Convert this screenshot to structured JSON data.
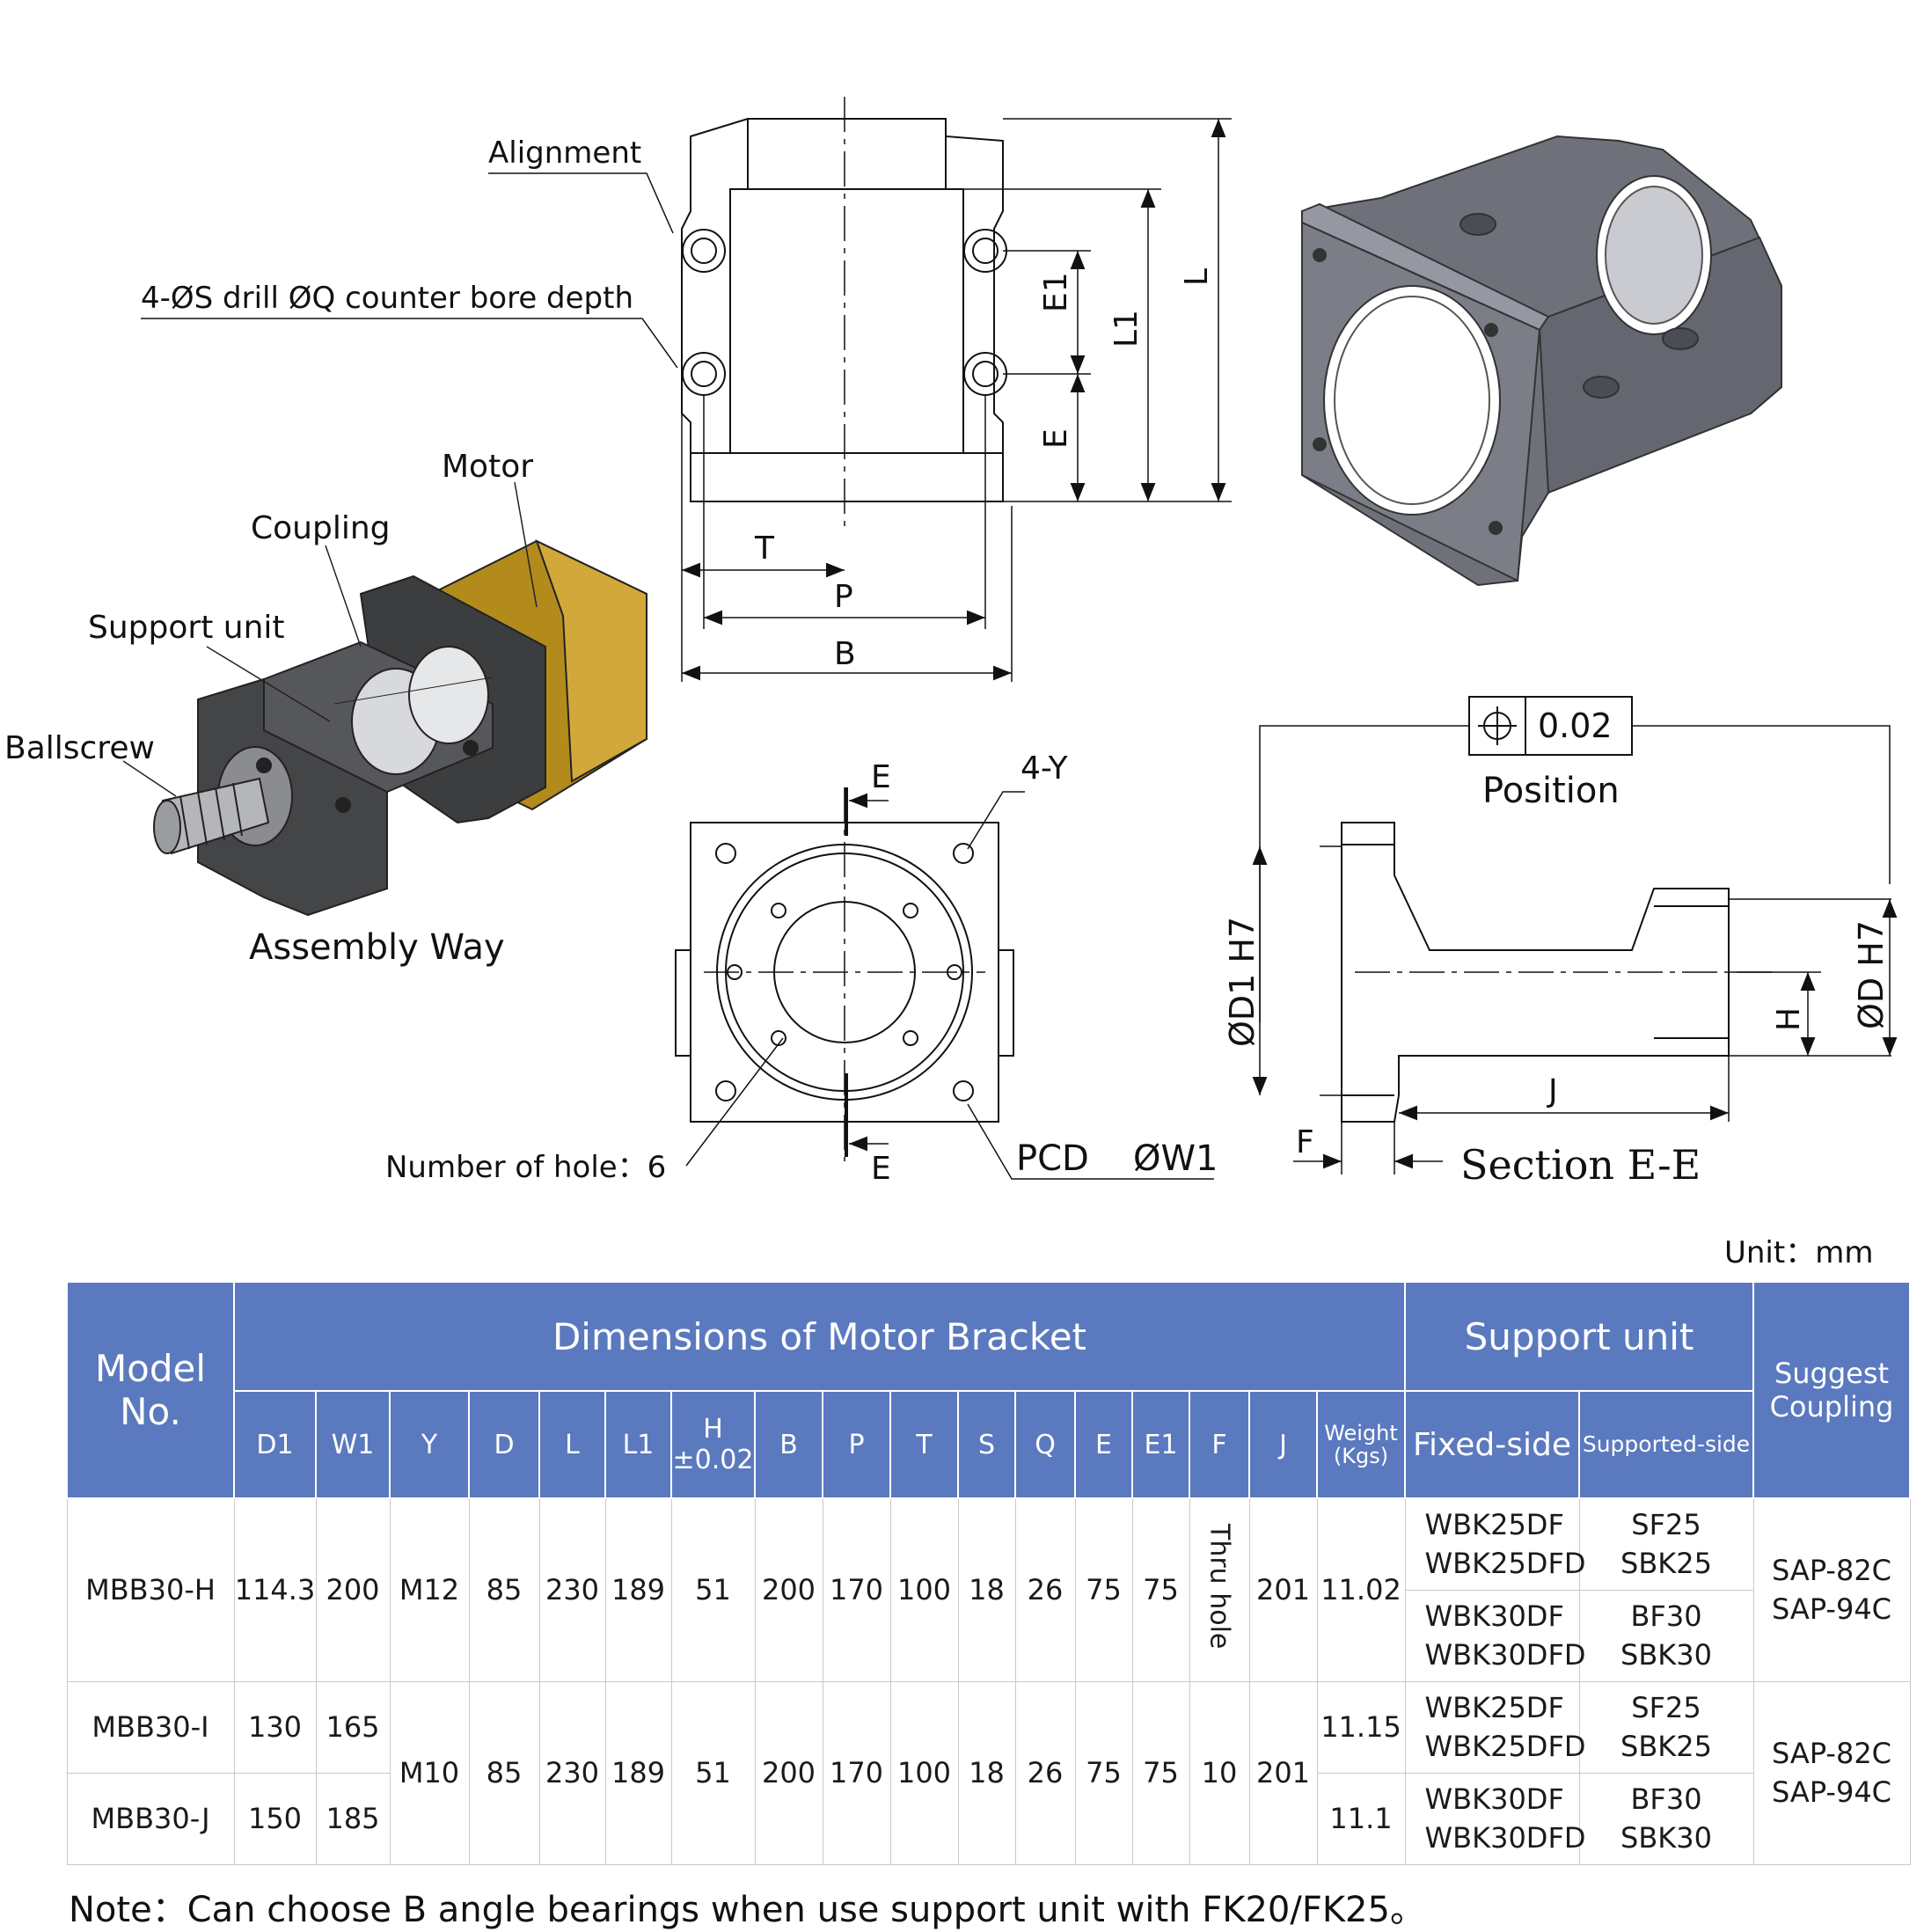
{
  "labels": {
    "alignment": "Alignment",
    "drill": "4-ØS drill ØQ counter bore depth",
    "motor": "Motor",
    "coupling": "Coupling",
    "support_unit": "Support unit",
    "ballscrew": "Ballscrew",
    "assembly_way": "Assembly Way",
    "dim_e1": "E1",
    "dim_l1": "L1",
    "dim_l": "L",
    "dim_e": "E",
    "dim_t": "T",
    "dim_p": "P",
    "dim_b": "B",
    "section_e_top": "E",
    "section_e_bottom": "E",
    "four_y": "4-Y",
    "holes": "Number of hole：6",
    "pcd": "PCD",
    "w1": "ØW1",
    "tolerance": "0.02",
    "position": "Position",
    "d1h7": "ØD1 H7",
    "dh7": "ØD H7",
    "dim_h": "H",
    "dim_j": "J",
    "dim_f": "F",
    "section_title": "Section E-E"
  },
  "unit": "Unit：mm",
  "table": {
    "model_header": "Model No.",
    "dims_header": "Dimensions of Motor Bracket",
    "support_header": "Support unit",
    "coupling_header": "Suggest Coupling",
    "cols": {
      "D1": "D1",
      "W1": "W1",
      "Y": "Y",
      "D": "D",
      "L": "L",
      "L1": "L1",
      "H": "H",
      "H_tol": "±0.02",
      "B": "B",
      "P": "P",
      "T": "T",
      "S": "S",
      "Q": "Q",
      "E": "E",
      "E1": "E1",
      "F": "F",
      "J": "J",
      "weight": "Weight",
      "weight_unit": "(Kgs)",
      "fixed": "Fixed-side",
      "supported": "Supported-side"
    },
    "rows": {
      "h": {
        "model": "MBB30-H",
        "D1": "114.3",
        "W1": "200",
        "Y": "M12",
        "D": "85",
        "L": "230",
        "L1": "189",
        "H": "51",
        "B": "200",
        "P": "170",
        "T": "100",
        "S": "18",
        "Q": "26",
        "E": "75",
        "E1": "75",
        "F": "Thru hole",
        "J": "201",
        "weight": "11.02",
        "fixed1a": "WBK25DF",
        "fixed1b": "WBK25DFD",
        "sup1a": "SF25",
        "sup1b": "SBK25",
        "fixed2a": "WBK30DF",
        "fixed2b": "WBK30DFD",
        "sup2a": "BF30",
        "sup2b": "SBK30",
        "coup_a": "SAP-82C",
        "coup_b": "SAP-94C"
      },
      "i": {
        "model": "MBB30-I",
        "D1": "130",
        "W1": "165",
        "weight": "11.15"
      },
      "j": {
        "model": "MBB30-J",
        "D1": "150",
        "W1": "185",
        "weight": "11.1"
      },
      "ij": {
        "Y": "M10",
        "D": "85",
        "L": "230",
        "L1": "189",
        "H": "51",
        "B": "200",
        "P": "170",
        "T": "100",
        "S": "18",
        "Q": "26",
        "E": "75",
        "E1": "75",
        "F": "10",
        "J": "201",
        "fixed1a": "WBK25DF",
        "fixed1b": "WBK25DFD",
        "sup1a": "SF25",
        "sup1b": "SBK25",
        "fixed2a": "WBK30DF",
        "fixed2b": "WBK30DFD",
        "sup2a": "BF30",
        "sup2b": "SBK30",
        "coup_a": "SAP-82C",
        "coup_b": "SAP-94C"
      }
    }
  },
  "note": "Note：Can choose B angle bearings when use support unit with FK20/FK25。"
}
